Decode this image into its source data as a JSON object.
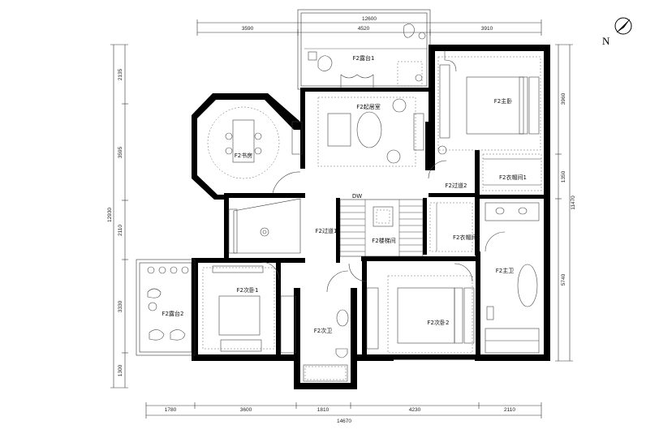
{
  "north": "N",
  "rooms": {
    "terrace1": "F2露台1",
    "living": "F2起居室",
    "study": "F2书房",
    "master": "F2主卧",
    "closet1": "F2衣帽间1",
    "corridor2": "F2过道2",
    "corridor1": "F2过道1",
    "stair": "F2楼梯间",
    "closet2": "F2衣帽间2",
    "master_bath": "F2主卫",
    "bed1": "F2次卧1",
    "bed2": "F2次卧2",
    "bath2": "F2次卫",
    "terrace2": "F2露台2",
    "dw": "DW"
  },
  "dims_top": {
    "overall": "12600",
    "d1": "3590",
    "d2": "4520",
    "d3": "3910"
  },
  "dims_bottom": {
    "d1": "1780",
    "d2": "3600",
    "d3": "1810",
    "d4": "4230",
    "d5": "2110",
    "overall": "14670"
  },
  "dims_left": {
    "d1": "2135",
    "d2": "3595",
    "d3": "2110",
    "d4": "3330",
    "d5": "1300",
    "overall": "12930"
  },
  "dims_right": {
    "d1": "3960",
    "d2": "1350",
    "d3": "5740",
    "overall": "11470"
  }
}
